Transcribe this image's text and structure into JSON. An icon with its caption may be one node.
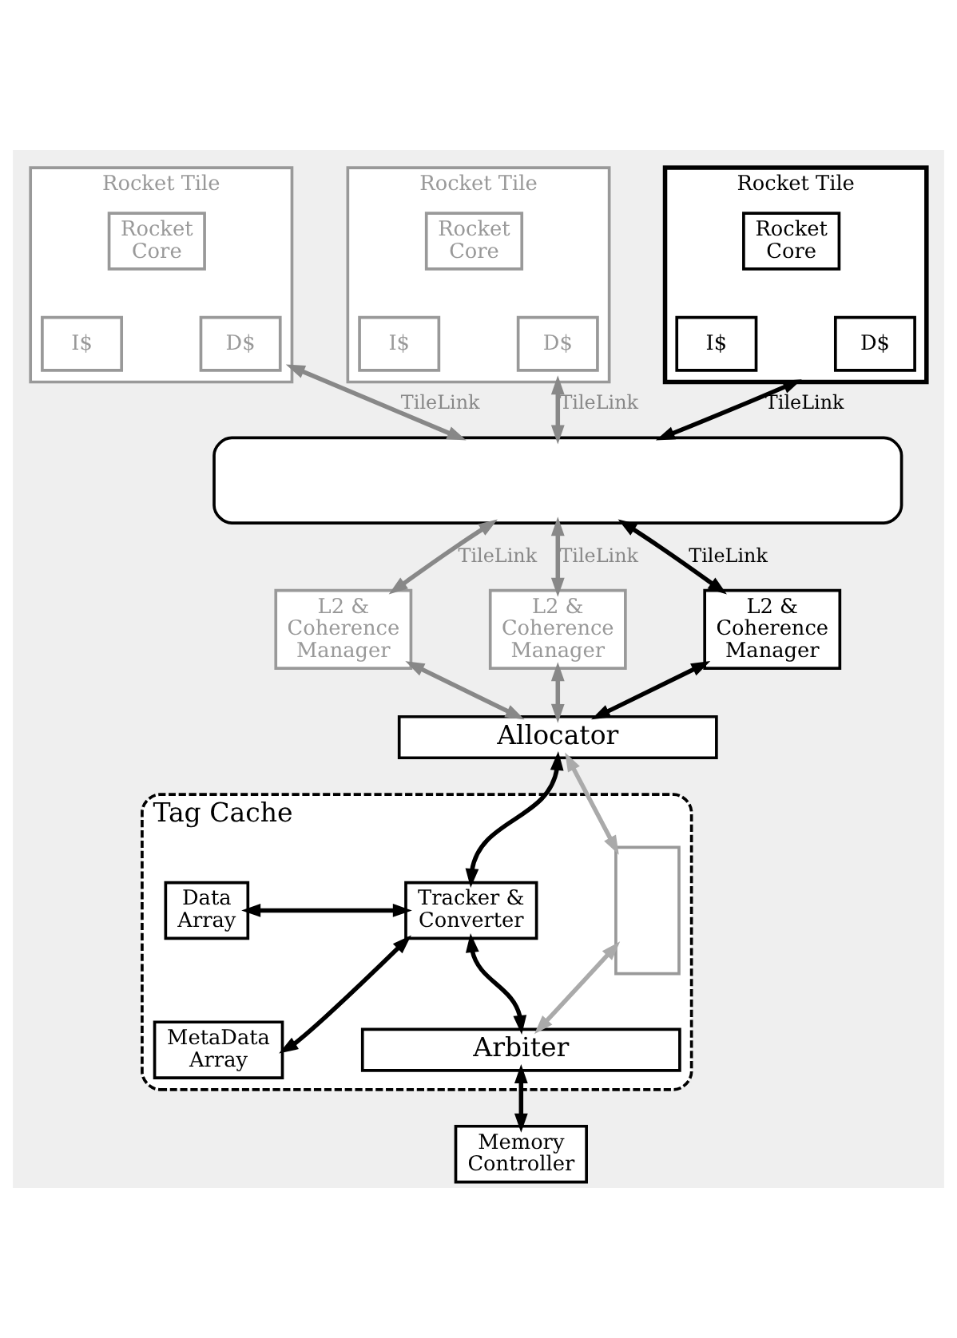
{
  "diagram": {
    "nodes": [
      {
        "text": [
          "Rocket Tile"
        ]
      },
      {
        "text": [
          "Rocket Core"
        ],
        "in": 0
      },
      {
        "text": [
          "I$"
        ],
        "in": 0
      },
      {
        "text": [
          "D$"
        ],
        "in": 0
      },
      {
        "text": [
          "Rocket Tile"
        ]
      },
      {
        "text": [
          "Rocket Core"
        ],
        "in": 4
      },
      {
        "text": [
          "I$"
        ],
        "in": 4
      },
      {
        "text": [
          "D$"
        ],
        "in": 4
      },
      {
        "text": [
          "Rocket Tile"
        ]
      },
      {
        "text": [
          "Rocket Core"
        ],
        "in": 8
      },
      {
        "text": [
          "I$"
        ],
        "in": 8
      },
      {
        "text": [
          "D$"
        ],
        "in": 8
      },
      {
        "text": [],
        "shape": "box"
      },
      {
        "text": [
          "L2 & Coherence Manager"
        ]
      },
      {
        "text": [
          "L2 & Coherence Manager"
        ]
      },
      {
        "text": [
          "L2 & Coherence Manager"
        ]
      },
      {
        "text": [
          "Tag Cache"
        ]
      },
      {
        "text": [
          "Allocator"
        ]
      },
      {
        "text": [
          "Data Array"
        ],
        "in": 16
      },
      {
        "text": [
          "MetaData Array"
        ],
        "in": 16
      },
      {
        "text": [],
        "shape": "box",
        "in": 16
      },
      {
        "text": [
          "Tracker & Converter"
        ],
        "in": 16
      },
      {
        "text": [
          "Arbiter"
        ],
        "in": 16
      },
      {
        "text": [
          "Memory Controller"
        ]
      }
    ],
    "edges": [
      {
        "from": 0,
        "to": 12,
        "arrow": "both",
        "label": "TileLink",
        "color": "#888888"
      },
      {
        "from": 4,
        "to": 12,
        "arrow": "both",
        "label": "TileLink",
        "color": "#888888"
      },
      {
        "from": 8,
        "to": 12,
        "arrow": "both",
        "label": "TileLink"
      },
      {
        "from": 12,
        "to": 13,
        "arrow": "both",
        "label": "TileLink",
        "color": "#888888"
      },
      {
        "from": 12,
        "to": 14,
        "arrow": "both",
        "label": "TileLink",
        "color": "#888888"
      },
      {
        "from": 12,
        "to": 15,
        "arrow": "both",
        "label": "TileLink"
      },
      {
        "from": 13,
        "to": 17,
        "arrow": "both",
        "color": "#888888"
      },
      {
        "from": 14,
        "to": 17,
        "arrow": "both",
        "color": "#888888"
      },
      {
        "from": 15,
        "to": 17,
        "arrow": "both"
      },
      {
        "from": 17,
        "to": 20,
        "arrow": "both",
        "color": "#aaaaaa"
      },
      {
        "from": 17,
        "to": 21,
        "arrow": "both"
      },
      {
        "from": 18,
        "to": 21,
        "arrow": "both"
      },
      {
        "from": 19,
        "to": 21,
        "arrow": "both"
      },
      {
        "from": 20,
        "to": 22,
        "arrow": "both",
        "color": "#aaaaaa"
      },
      {
        "from": 21,
        "to": 22,
        "arrow": "both"
      },
      {
        "from": 22,
        "to": 23,
        "arrow": "both"
      }
    ]
  }
}
